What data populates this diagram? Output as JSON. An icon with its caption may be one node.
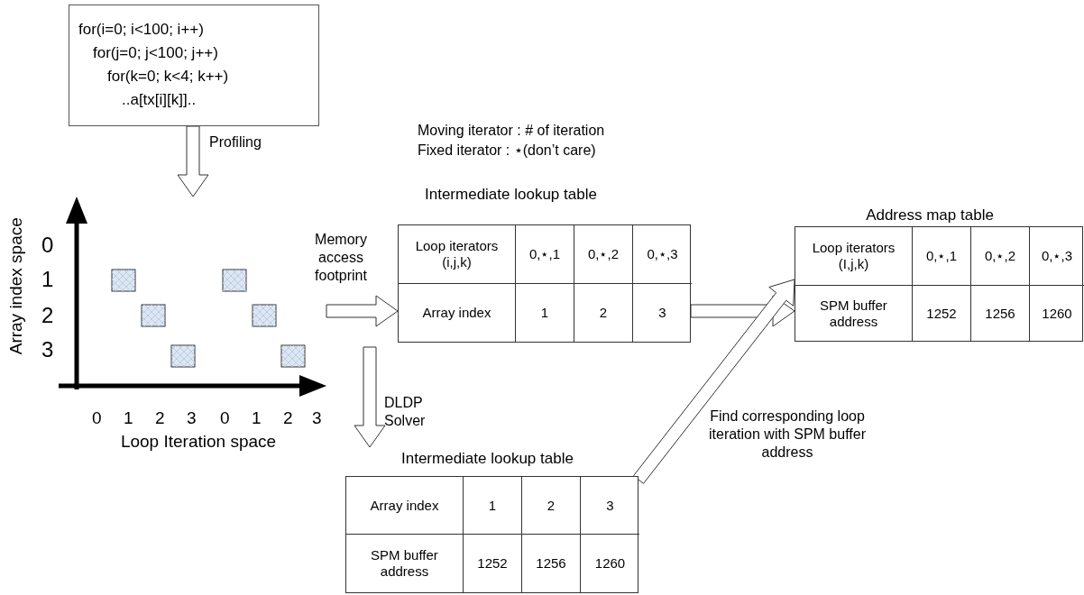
{
  "diagram": {
    "nodes": [
      {
        "text": [
          "for(i=0; i<100; i++)",
          "for(j=0; j<100; j++)",
          "for(k=0; k<4; k++)",
          "..a[tx[i][k]].."
        ]
      },
      {
        "text": [
          "Array index space",
          "Loop Iteration space"
        ]
      },
      {
        "text": [
          "Intermediate lookup table",
          "Loop iterators (i,j,k)",
          "0,⋆,1",
          "0,⋆,2",
          "0,⋆,3",
          "Array index",
          "1",
          "2",
          "3"
        ]
      },
      {
        "text": [
          "Address map table",
          "Loop iterators (I,j,k)",
          "0,⋆,1",
          "0,⋆,2",
          "0,⋆,3",
          "SPM buffer address",
          "1252",
          "1256",
          "1260"
        ]
      },
      {
        "text": [
          "Intermediate lookup table",
          "Array index",
          "1",
          "2",
          "3",
          "SPM buffer address",
          "1252",
          "1256",
          "1260"
        ]
      }
    ],
    "edges": [
      {
        "from": 0,
        "to": 1,
        "arrow": "to",
        "label": "Profiling"
      },
      {
        "from": 1,
        "to": 2,
        "arrow": "to",
        "label": "Memory access footprint"
      },
      {
        "from": null,
        "to": 4,
        "arrow": "to",
        "label": "DLDP Solver"
      },
      {
        "from": 2,
        "to": 3,
        "arrow": "to"
      },
      {
        "from": 4,
        "to": 3,
        "arrow": "to",
        "label": "Find corresponding loop iteration with SPM buffer address"
      }
    ],
    "labels": [
      "Moving iterator : # of iteration",
      "Fixed iterator : ⋆(don’t care)",
      "0",
      "1",
      "2",
      "3",
      "0",
      "1",
      "2",
      "3",
      "0",
      "1",
      "2",
      "3"
    ]
  }
}
